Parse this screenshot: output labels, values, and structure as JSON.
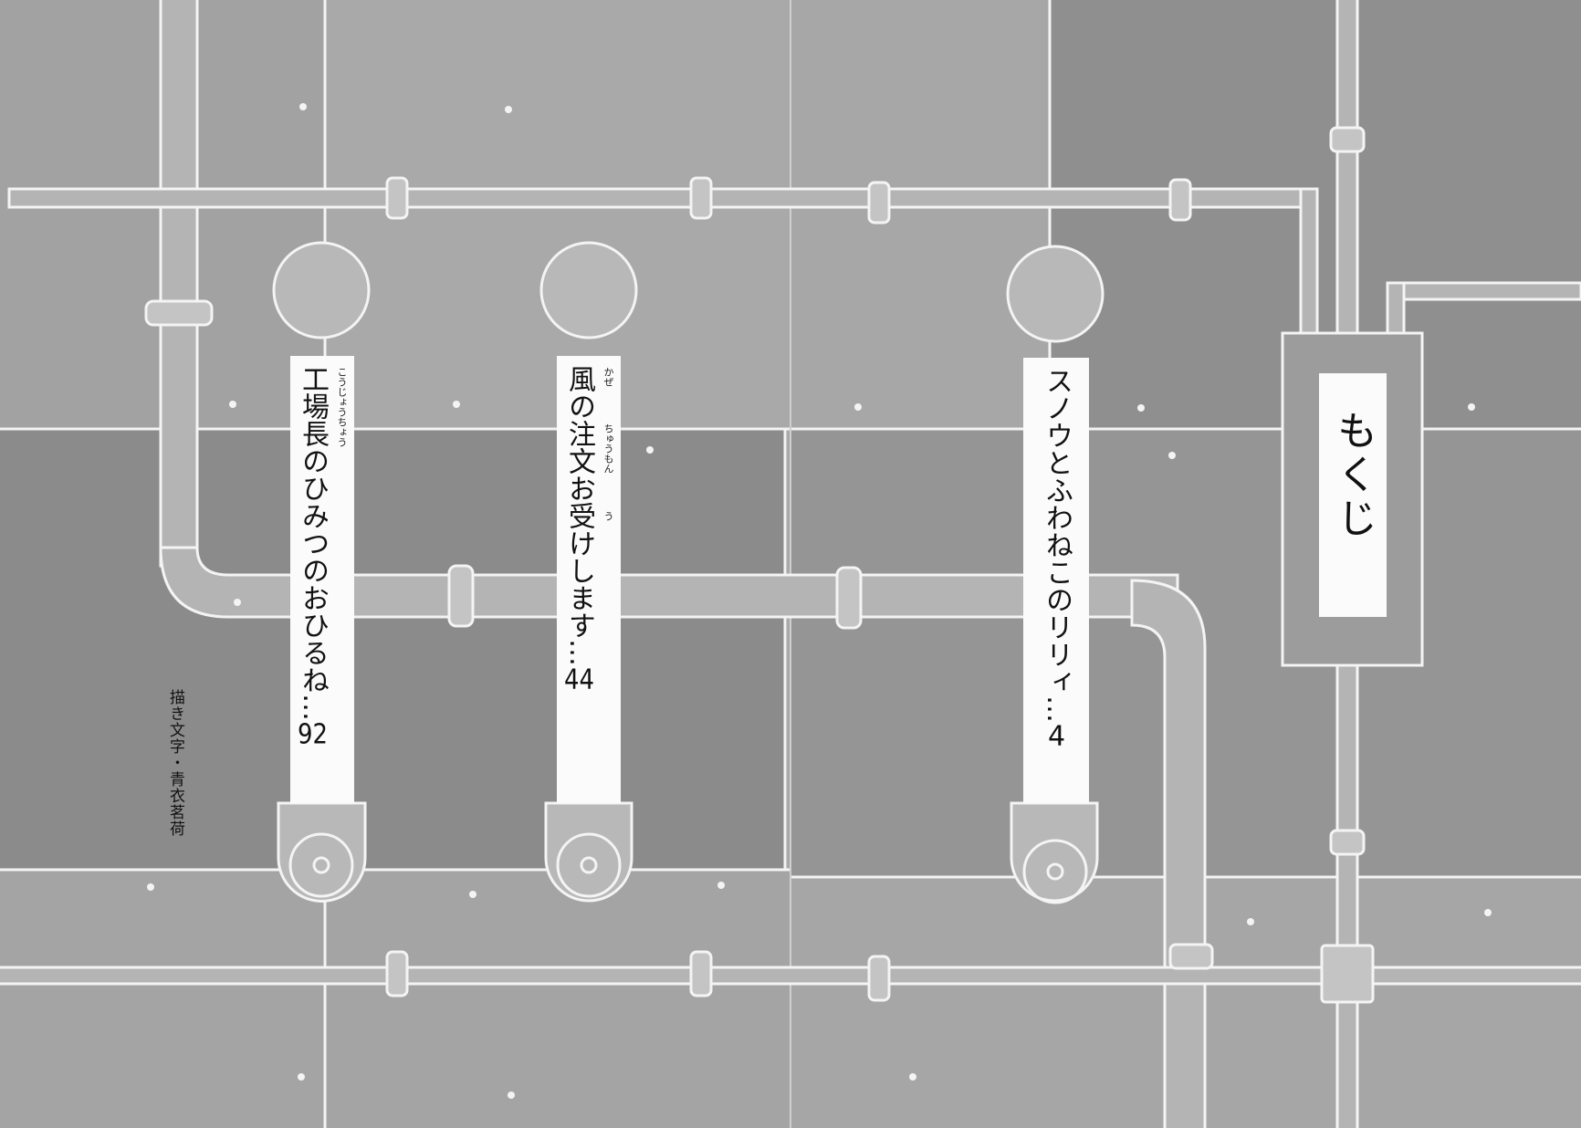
{
  "toc_heading": "もくじ",
  "entries": [
    {
      "title": "スノウとふわねこのリリィ",
      "separator": "…",
      "page": "4"
    },
    {
      "title": "風の注文お受けします",
      "separator": "…",
      "page": "44",
      "ruby": [
        "かぜ",
        "ちゅうもん",
        "う"
      ]
    },
    {
      "title": "工場長のひみつのおひるね",
      "separator": "…",
      "page": "92",
      "ruby": [
        "こうじょうちょう"
      ]
    }
  ],
  "credit": "描き文字・青衣茗荷",
  "colors": {
    "light": "#a9a9a9",
    "dark": "#8d8d8d",
    "line": "#f4f4f4"
  }
}
